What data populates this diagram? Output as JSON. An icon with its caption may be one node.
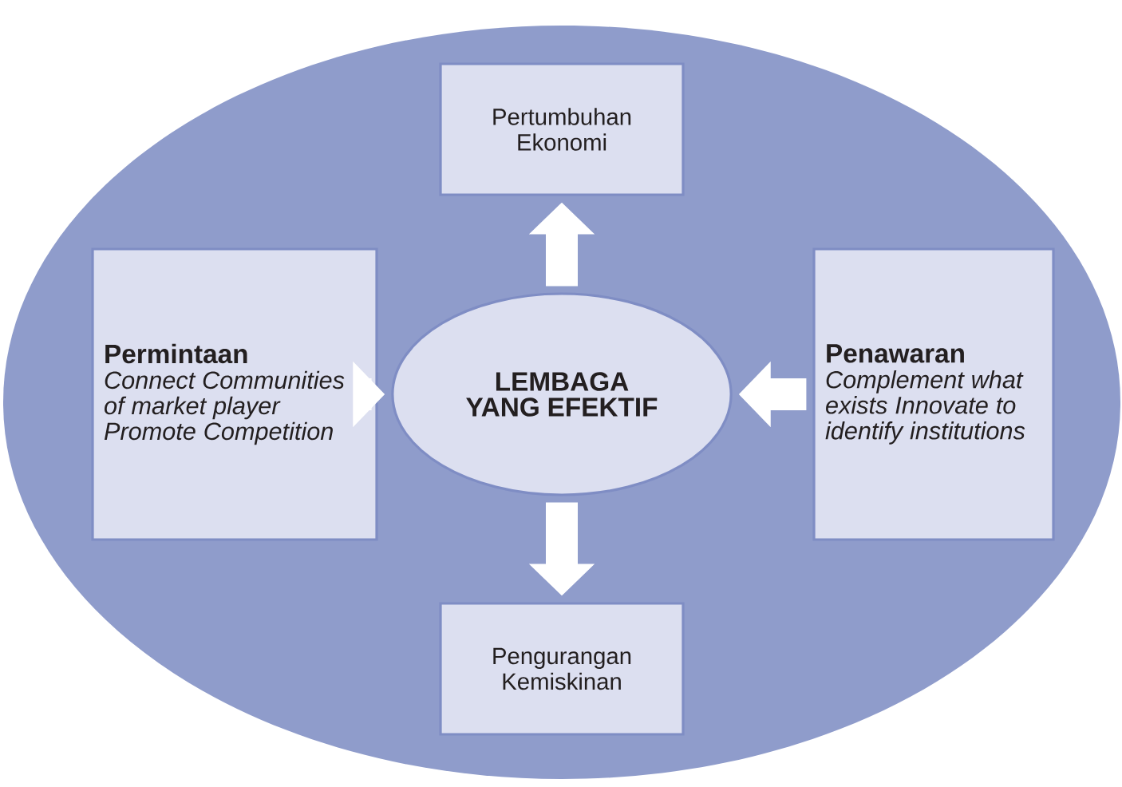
{
  "diagram": {
    "nodes": [
      {
        "text": [],
        "shape": "ellipse"
      },
      {
        "text": [
          "Pertumbuhan Ekonomi"
        ],
        "in": 0
      },
      {
        "text": [
          "Permintaan",
          "Connect Communities of market player Promote Competition"
        ],
        "in": 0
      },
      {
        "text": [
          "LEMBAGA YANG EFEKTIF"
        ],
        "in": 0
      },
      {
        "text": [
          "Penawaran",
          "Complement what exists Innovate to identify institutions"
        ],
        "in": 0
      },
      {
        "text": [
          "Pengurangan Kemiskinan"
        ],
        "in": 0
      }
    ],
    "edges": [
      {
        "from": 3,
        "to": 1,
        "arrow": "to"
      },
      {
        "from": 2,
        "to": 3,
        "arrow": "to"
      },
      {
        "from": 4,
        "to": 3,
        "arrow": "to"
      },
      {
        "from": 3,
        "to": 5,
        "arrow": "to"
      }
    ]
  }
}
